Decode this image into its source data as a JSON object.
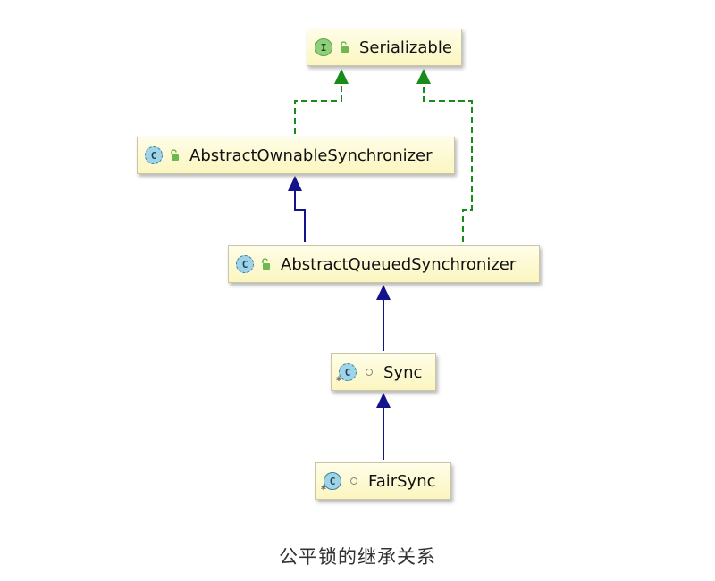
{
  "nodes": {
    "serializable": {
      "name": "Serializable",
      "kind_letter": "I"
    },
    "aos": {
      "name": "AbstractOwnableSynchronizer",
      "kind_letter": "C"
    },
    "aqs": {
      "name": "AbstractQueuedSynchronizer",
      "kind_letter": "C"
    },
    "sync": {
      "name": "Sync",
      "kind_letter": "C"
    },
    "fairsync": {
      "name": "FairSync",
      "kind_letter": "C"
    }
  },
  "caption": "公平锁的继承关系",
  "colors": {
    "implements": "#1a8a1a",
    "extends": "#13138c"
  }
}
